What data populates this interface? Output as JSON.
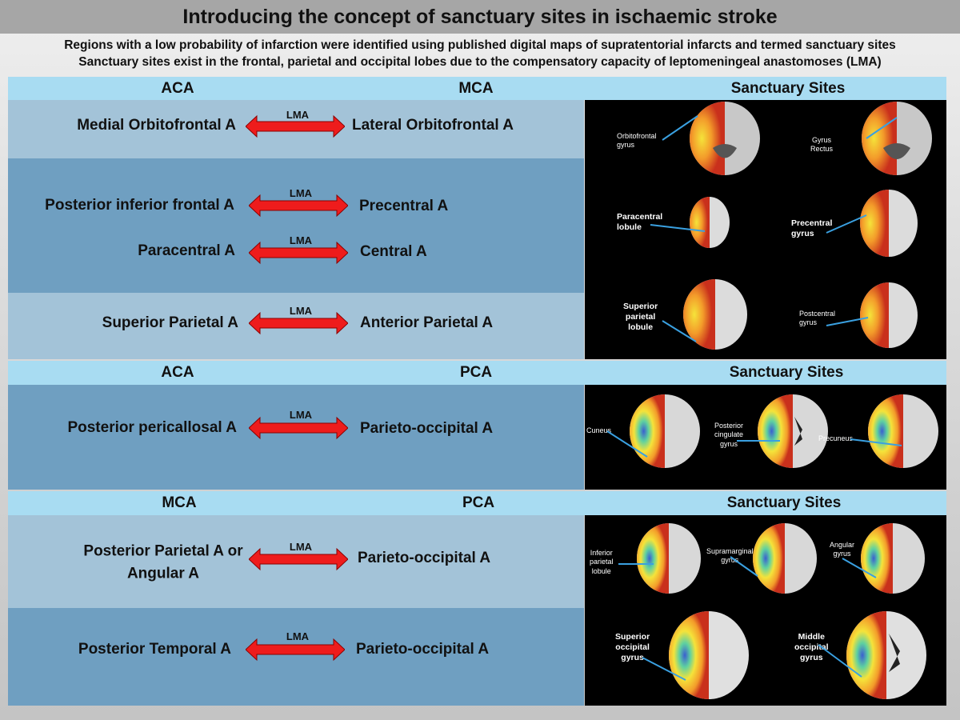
{
  "title": "Introducing the concept of sanctuary sites in ischaemic stroke",
  "subtitle": [
    "Regions with a low probability of infarction were identified using published digital maps of supratentorial infarcts and termed sanctuary sites",
    "Sanctuary sites exist in the frontal, parietal and occipital lobes due to the compensatory capacity of leptomeningeal anastomoses (LMA)"
  ],
  "sections": [
    {
      "left_header": "ACA",
      "right_header": "MCA",
      "sites_header": "Sanctuary Sites",
      "rows": [
        {
          "left": "Medial Orbitofrontal A",
          "connector": "LMA",
          "right": "Lateral Orbitofrontal A"
        },
        {
          "left": "Posterior inferior frontal A",
          "connector": "LMA",
          "right": "Precentral A"
        },
        {
          "left": "Paracentral A",
          "connector": "LMA",
          "right": "Central A"
        },
        {
          "left": "Superior Parietal A",
          "connector": "LMA",
          "right": "Anterior Parietal A"
        }
      ],
      "images": [
        "Orbitofrontal gyrus",
        "Gyrus Rectus",
        "Paracentral lobule",
        "Precentral gyrus",
        "Superior parietal lobule",
        "Postcentral gyrus"
      ]
    },
    {
      "left_header": "ACA",
      "right_header": "PCA",
      "sites_header": "Sanctuary Sites",
      "rows": [
        {
          "left": "Posterior pericallosal A",
          "connector": "LMA",
          "right": "Parieto-occipital A"
        }
      ],
      "images": [
        "Cuneus",
        "Posterior cingulate gyrus",
        "Precuneus"
      ]
    },
    {
      "left_header": "MCA",
      "right_header": "PCA",
      "sites_header": "Sanctuary Sites",
      "rows": [
        {
          "left": "Posterior Parietal A or Angular A",
          "connector": "LMA",
          "right": "Parieto-occipital A"
        },
        {
          "left": "Posterior Temporal A",
          "connector": "LMA",
          "right": "Parieto-occipital A"
        }
      ],
      "images": [
        "Inferior parietal lobule",
        "Supramarginal gyrus",
        "Angular gyrus",
        "Superior occipital gyrus",
        "Middle occipital gyrus"
      ]
    }
  ],
  "colors": {
    "title_bar": "#a6a6a6",
    "header_band": "#a8dcf2",
    "row_light": "#a3c3d8",
    "row_dark": "#6f9fc1",
    "arrow": "#ee1c1c",
    "panel": "#000000"
  }
}
